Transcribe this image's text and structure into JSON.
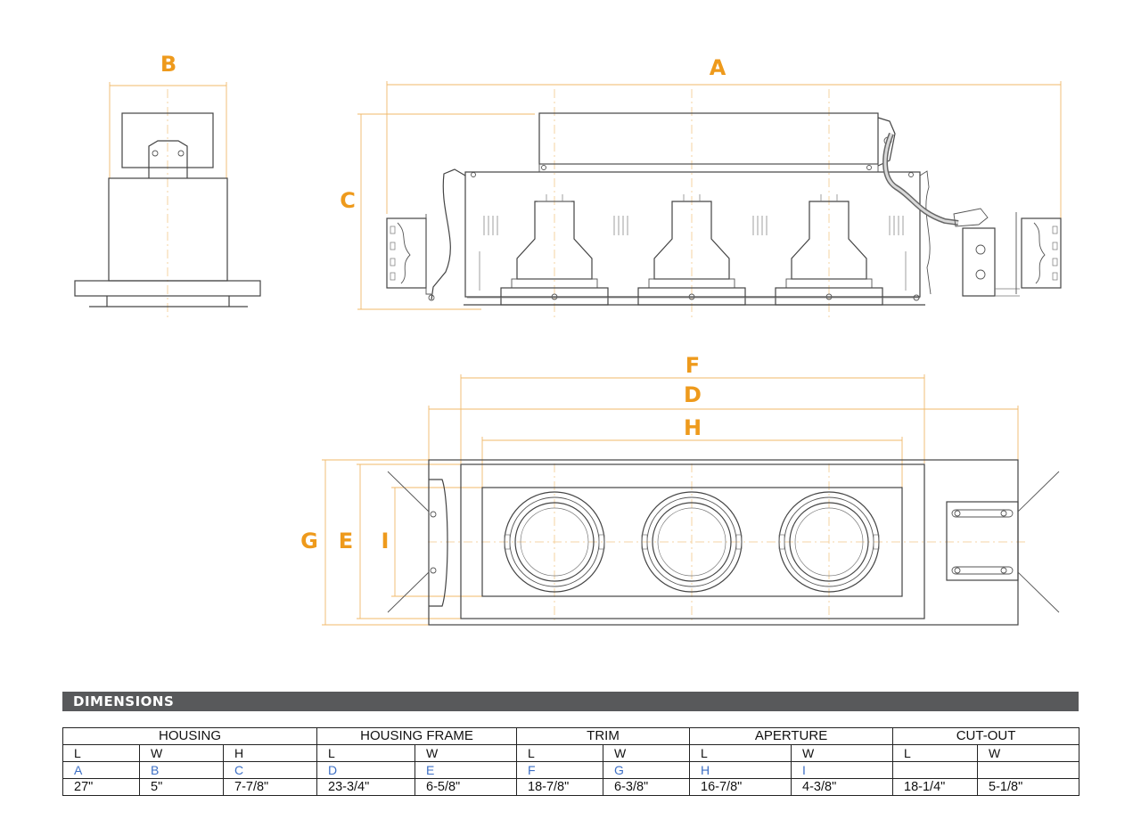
{
  "drawing": {
    "labels": {
      "A": "A",
      "B": "B",
      "C": "C",
      "D": "D",
      "E": "E",
      "F": "F",
      "G": "G",
      "H": "H",
      "I": "I"
    },
    "colors": {
      "dimension_label": "#ee9a1c",
      "dimension_line": "#f0b86a",
      "linework": "#444444"
    }
  },
  "dimensions": {
    "header": "DIMENSIONS",
    "groups": [
      "HOUSING",
      "HOUSING FRAME",
      "TRIM",
      "APERTURE",
      "CUT-OUT"
    ],
    "subheaders": [
      "L",
      "W",
      "H",
      "L",
      "W",
      "L",
      "W",
      "L",
      "W",
      "L",
      "W"
    ],
    "letters": [
      "A",
      "B",
      "C",
      "D",
      "E",
      "F",
      "G",
      "H",
      "I",
      "",
      ""
    ],
    "values": [
      "27\"",
      "5\"",
      "7-7/8\"",
      "23-3/4\"",
      "6-5/8\"",
      "18-7/8\"",
      "6-3/8\"",
      "16-7/8\"",
      "4-3/8\"",
      "18-1/4\"",
      "5-1/8\""
    ]
  }
}
